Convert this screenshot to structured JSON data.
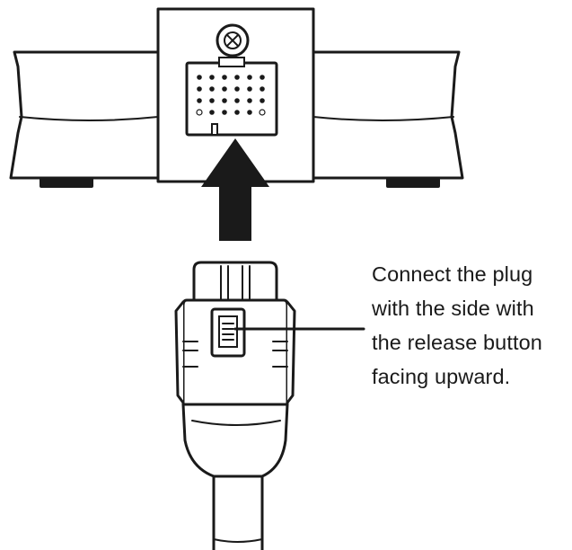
{
  "callout": {
    "lines": [
      "Connect the plug",
      "with the side with",
      "the release button",
      "facing upward."
    ]
  }
}
